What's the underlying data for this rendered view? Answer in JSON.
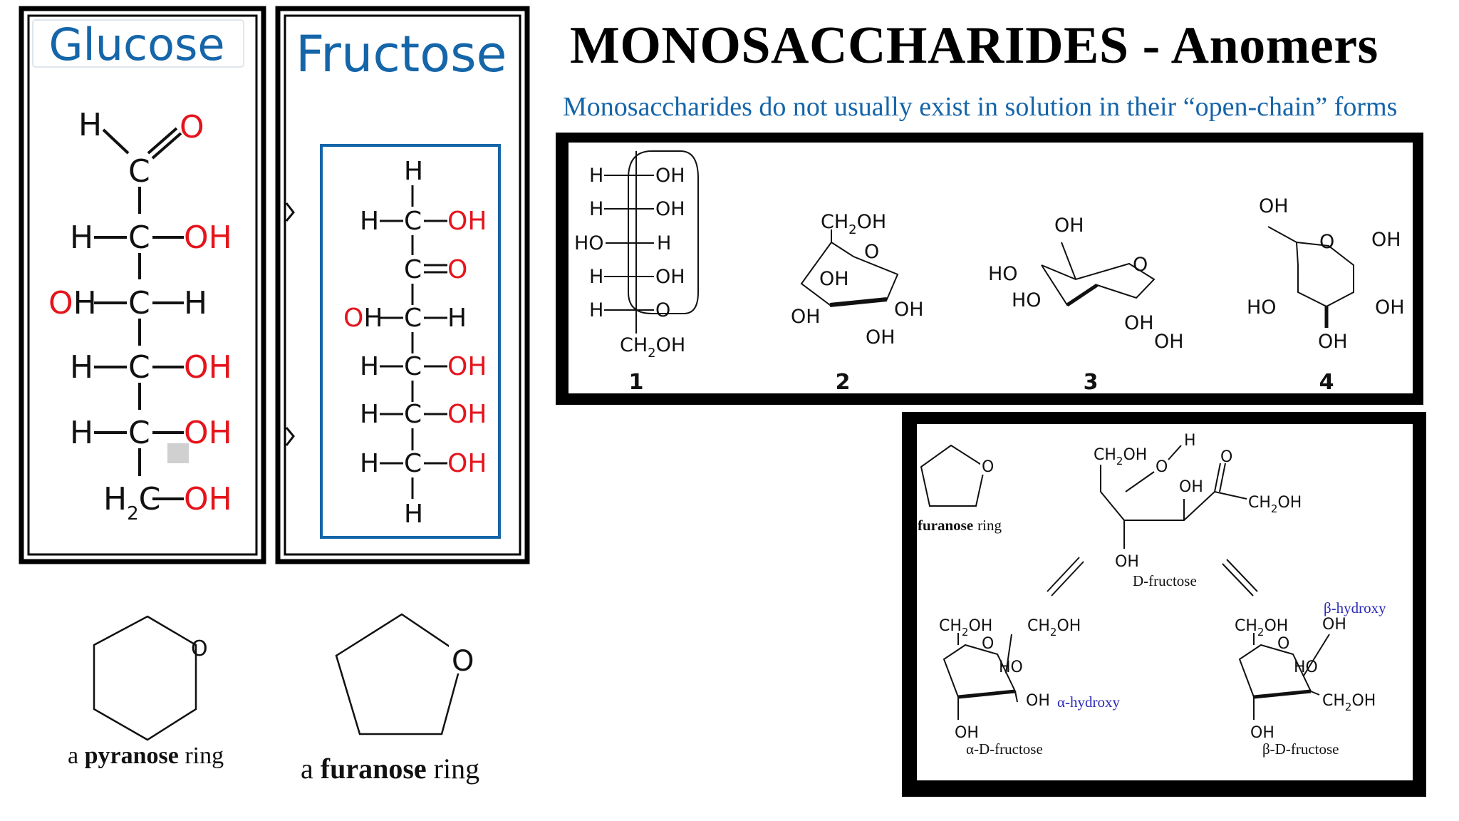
{
  "header": {
    "title": "MONOSACCHARIDES - Anomers",
    "subtitle": "Monosaccharides do not usually exist in solution in their “open-chain” forms"
  },
  "glucose_card": {
    "name": "Glucose",
    "atoms": {
      "h_top": "H",
      "c": "C",
      "o": "O",
      "h": "H",
      "oh": "OH",
      "o_of_oh": "O",
      "h_of_oh": "H",
      "h2": "H",
      "sub2": "2"
    }
  },
  "fructose_card": {
    "name": "Fructose",
    "atoms": {
      "h": "H",
      "c": "C",
      "o": "O",
      "oh": "OH",
      "o_of_oh": "O",
      "h_of_oh": "H"
    }
  },
  "rings": {
    "pyranose": {
      "article": "a",
      "bold": "pyranose",
      "rest": "ring",
      "o": "O"
    },
    "furanose": {
      "article": "a",
      "bold": "furanose",
      "rest": "ring",
      "o": "O"
    }
  },
  "glucose_forms": {
    "labels": [
      "1",
      "2",
      "3",
      "4"
    ],
    "atoms": {
      "h": "H",
      "oh": "OH",
      "ho": "HO",
      "o": "O",
      "ch2oh_main": "CH",
      "sub2": "2",
      "ch2oh_tail": "OH"
    }
  },
  "fructose_panel": {
    "furanose_bold": "furanose",
    "furanose_rest": "ring",
    "d_fructose": "D-fructose",
    "alpha_name": "α-D-fructose",
    "beta_name": "β-D-fructose",
    "alpha_hydroxy": "α-hydroxy",
    "beta_hydroxy": "β-hydroxy",
    "atoms": {
      "oh": "OH",
      "ho": "HO",
      "o": "O",
      "h": "H",
      "ch": "CH",
      "sub2": "2",
      "ch2oh_tail": "OH"
    }
  },
  "colors": {
    "accent_blue": "#1565a9",
    "red": "#e5141c",
    "hydroxy_blue": "#2a2ab8",
    "frame": "#000000"
  }
}
